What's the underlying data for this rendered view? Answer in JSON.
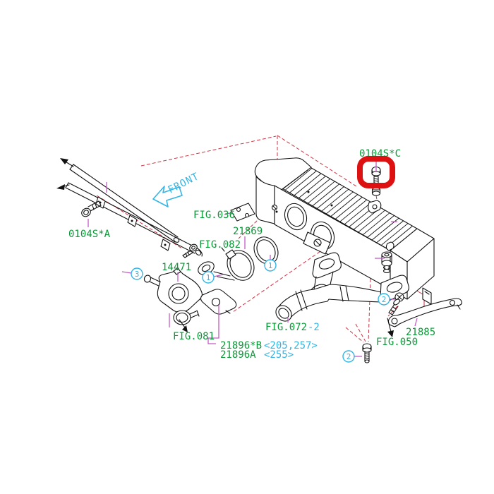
{
  "page": {
    "kind": "parts-catalog-figure",
    "background": "#ffffff"
  },
  "colors": {
    "label_green": "#0a9a38",
    "variant_cyan": "#33b5e5",
    "leader_magenta": "#c55bc5",
    "guide_red": "#cc3344",
    "highlight_red": "#dd1111",
    "line_ink": "#111111"
  },
  "labels": {
    "front": "FRONT",
    "bolt_top": "0104S*C",
    "bolt_left": "0104S*A",
    "fig036": "FIG.036",
    "duct_clamped": "21869",
    "fig082": "FIG.082",
    "pipe": "14471",
    "fig081": "FIG.081",
    "air_duct_b": "21896*B",
    "air_duct_b_variant": "<205,257>",
    "air_duct_a": "21896A",
    "air_duct_a_variant": "<255>",
    "fig072": "FIG.072",
    "fig072_suffix": "-2",
    "fig050": "FIG.050",
    "bracket": "21885"
  },
  "callouts": {
    "clamp_small": "1",
    "bolt": "2",
    "hose_clamp": "3"
  },
  "highlight": {
    "shape": "rounded-rect",
    "color": "#dd1111",
    "marks": "0104S*C bolt"
  }
}
